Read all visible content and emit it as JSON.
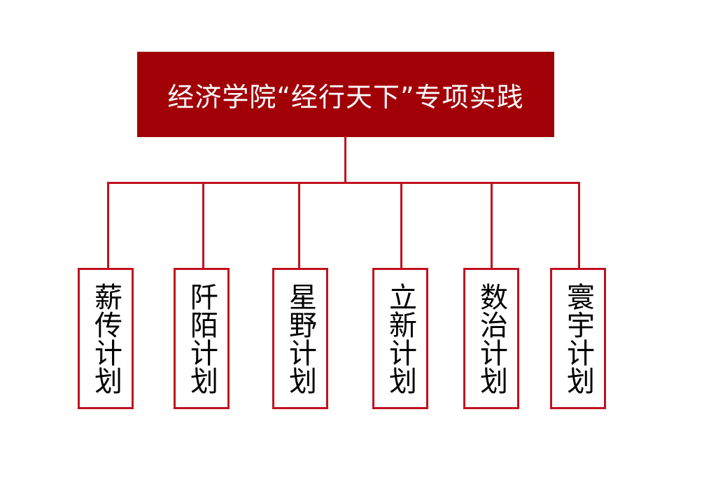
{
  "root": {
    "title": "经济学院“经行天下”专项实践"
  },
  "children": [
    {
      "label": "薪传计划"
    },
    {
      "label": "阡陌计划"
    },
    {
      "label": "星野计划"
    },
    {
      "label": "立新计划"
    },
    {
      "label": "数治计划"
    },
    {
      "label": "寰宇计划"
    }
  ],
  "colors": {
    "root_fill": "#a10007",
    "line": "#c0111e",
    "child_border": "#c0111e",
    "root_text": "#ffffff",
    "child_text": "#000000"
  }
}
